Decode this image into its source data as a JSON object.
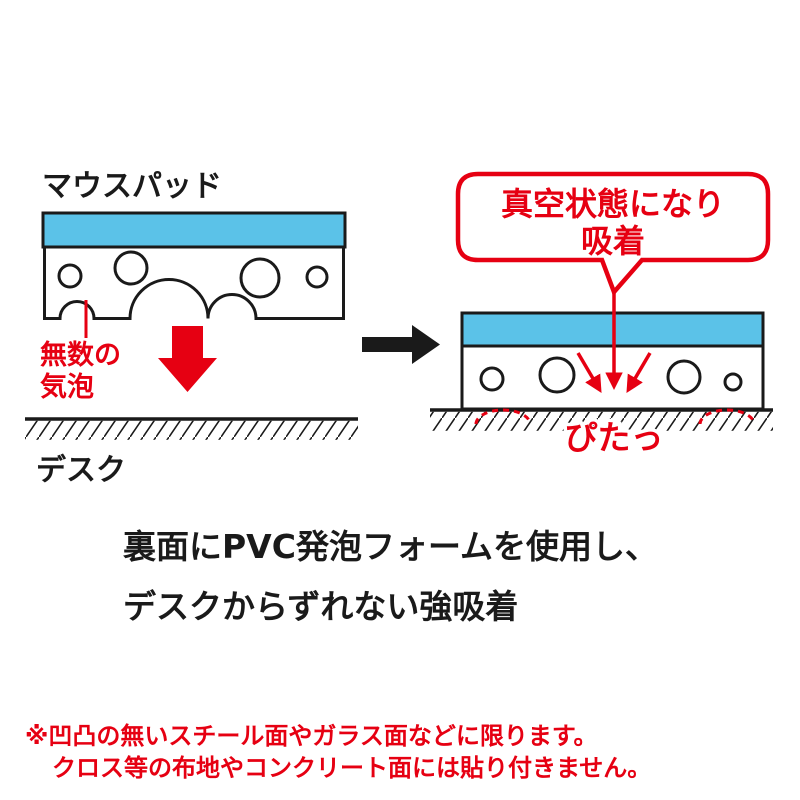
{
  "colors": {
    "accent_red": "#e60012",
    "pad_blue": "#5bc2e8",
    "text_black": "#1a1a1a"
  },
  "left_diagram": {
    "pad_label": "マウスパッド",
    "note_line1": "無数の",
    "note_line2": "気泡",
    "desk_label": "デスク"
  },
  "right_diagram": {
    "bubble_line1": "真空状態になり",
    "bubble_line2": "吸着",
    "sound": "ぴたっ"
  },
  "caption": {
    "line1": "裏面にPVC発泡フォームを使用し、",
    "line2": "デスクからずれない強吸着"
  },
  "footnote": {
    "line1": "※凹凸の無いスチール面やガラス面などに限ります。",
    "line2": "クロス等の布地やコンクリート面には貼り付きません。"
  }
}
